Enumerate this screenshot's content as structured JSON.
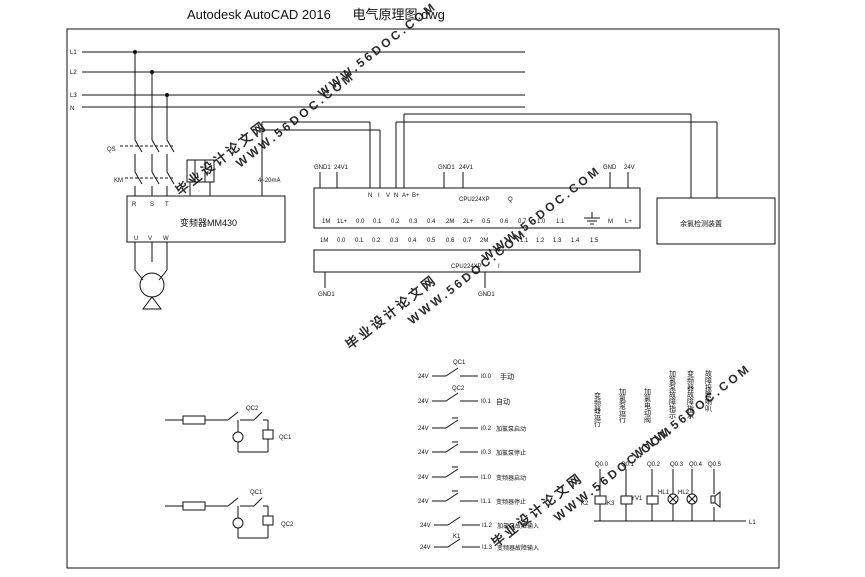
{
  "window": {
    "app": "Autodesk AutoCAD 2016",
    "file": "电气原理图.dwg"
  },
  "lines": [
    "L1",
    "L2",
    "L3",
    "N"
  ],
  "power_devices": {
    "breaker": "QS",
    "contactor": "KM",
    "phase_terms": [
      "R",
      "S",
      "T"
    ],
    "out_terms": [
      "U",
      "V",
      "W"
    ]
  },
  "vfd": {
    "label": "变频器MM430",
    "ain_range": "4~20mA",
    "inputs": [
      "N",
      "I",
      "V",
      "N",
      "A+",
      "B+"
    ]
  },
  "plc": {
    "model": "CPU224XP",
    "suffix_out": "Q",
    "suffix_in": "I",
    "top_power": [
      "GND1",
      "24V1",
      "GND1",
      "24V1",
      "GND",
      "24V"
    ],
    "out_terms": [
      "1M",
      "1L+",
      "0.0",
      "0.1",
      "0.2",
      "0.3",
      "0.4",
      "2M",
      "2L+",
      "0.5",
      "0.6",
      "0.7",
      "1.0",
      "1.1",
      "M",
      "L+"
    ],
    "in_terms": [
      "1M",
      "0.0",
      "0.1",
      "0.2",
      "0.3",
      "0.4",
      "0.5",
      "0.6",
      "0.7",
      "2M",
      "1.1",
      "1.2",
      "1.3",
      "1.4",
      "1.5"
    ],
    "bottom_gnd": [
      "GND1",
      "GND1"
    ]
  },
  "sensor": {
    "label": "余氯检测装置"
  },
  "relay_circuits": [
    {
      "contact": "QC2",
      "coil": "QC1"
    },
    {
      "contact": "QC1",
      "coil": "QC2"
    }
  ],
  "inputs": [
    {
      "v": "24V",
      "dev": "QC1",
      "addr": "I0.0",
      "desc": "手动"
    },
    {
      "v": "24V",
      "dev": "QC2",
      "addr": "I0.1",
      "desc": "自动"
    },
    {
      "v": "24V",
      "dev": "",
      "addr": "I0.2",
      "desc": "加氯泵启动"
    },
    {
      "v": "24V",
      "dev": "",
      "addr": "I0.3",
      "desc": "加氯泵停止"
    },
    {
      "v": "24V",
      "dev": "",
      "addr": "I1.0",
      "desc": "变频器启动"
    },
    {
      "v": "24V",
      "dev": "",
      "addr": "I1.1",
      "desc": "变频器停止"
    },
    {
      "v": "24V",
      "dev": "",
      "addr": "I1.2",
      "desc": "加氯泵故障输入"
    },
    {
      "v": "24V",
      "dev": "K1",
      "addr": "I1.3",
      "desc": "变频器故障输入"
    }
  ],
  "outputs": {
    "descs": [
      "变频器运行",
      "加氯泵运行",
      "加氯电动阀",
      "加氯泵故障指示",
      "变频器故障指示",
      "故障报警喇叭"
    ],
    "addrs": [
      "Q0.0",
      "Q0.1",
      "Q0.2",
      "Q0.3",
      "Q0.4",
      "Q0.5"
    ],
    "devices": [
      "K2",
      "K3",
      "YV1",
      "HL1",
      "HL2",
      "HA"
    ],
    "common": "L1"
  },
  "watermarks": [
    "毕业设计论文网",
    "WWW.56DOC.COM"
  ]
}
